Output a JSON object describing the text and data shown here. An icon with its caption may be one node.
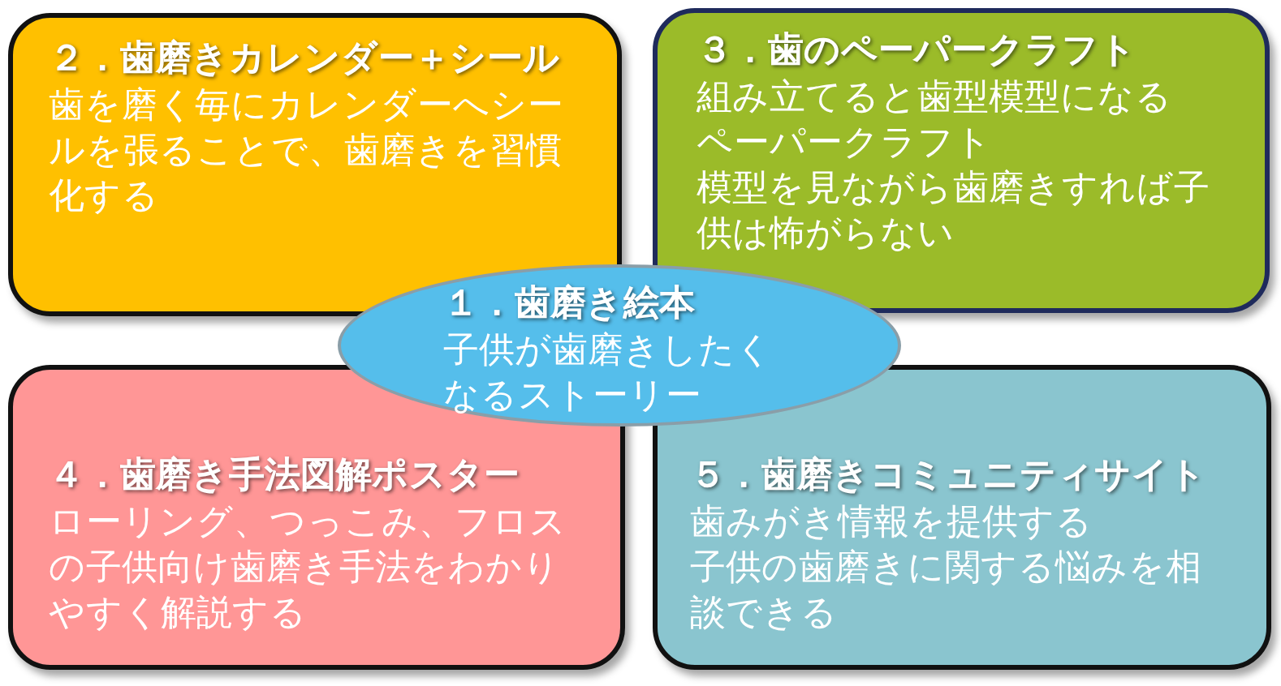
{
  "diagram": {
    "nodes": [
      {
        "text": [
          "２．歯磨きカレンダー＋シール",
          "歯を磨く毎にカレンダーへシールを張ることで、歯磨きを習慣化する"
        ]
      },
      {
        "text": [
          "３．歯のペーパークラフト",
          "組み立てると歯型模型になるペーパークラフト",
          "模型を見ながら歯磨きすれば子供は怖がらない"
        ]
      },
      {
        "text": [
          "１．歯磨き絵本",
          "子供が歯磨きしたくなるストーリー"
        ]
      },
      {
        "text": [
          "４．歯磨き手法図解ポスター",
          "ローリング、つっこみ、フロスの子供向け歯磨き手法をわかりやすく解説する"
        ]
      },
      {
        "text": [
          "５．歯磨きコミュニティサイト",
          "歯みがき情報を提供する",
          "子供の歯磨きに関する悩みを相談できる"
        ]
      }
    ]
  }
}
